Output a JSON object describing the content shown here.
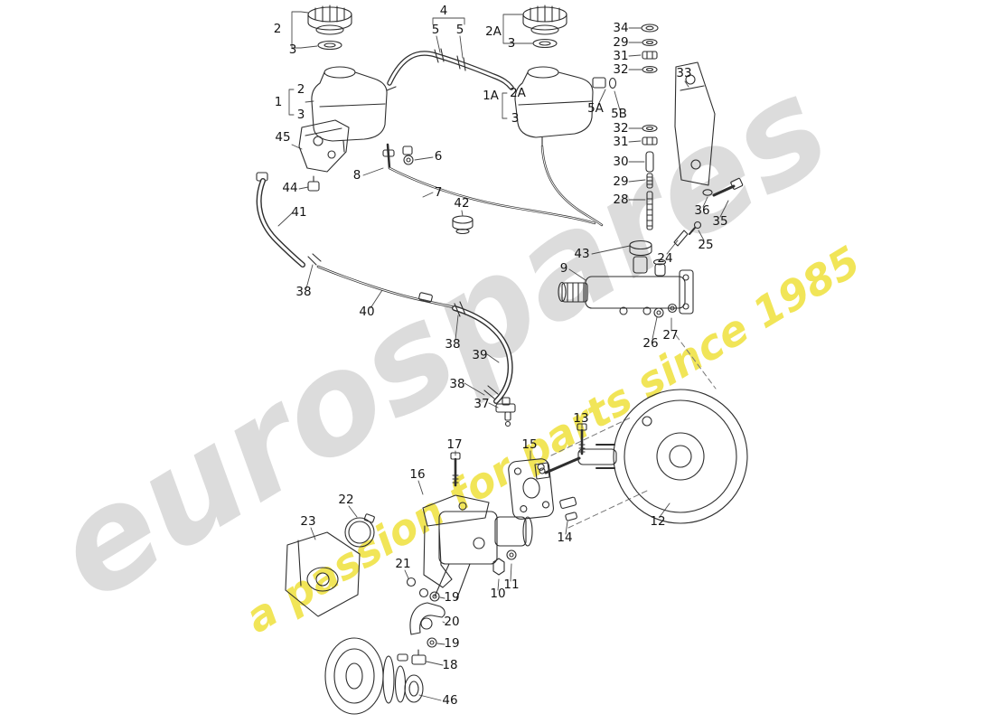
{
  "watermark": {
    "brand": "eurospares",
    "tagline": "a passion for parts since 1985",
    "brand_color": "#d7d7d7",
    "tagline_color": "#efe13c"
  },
  "labels": {
    "t2": "2",
    "t3": "3",
    "t4": "4",
    "t5a": "5",
    "t5b": "5",
    "t2A": "2A",
    "t3b": "3",
    "t34": "34",
    "t29": "29",
    "t31": "31",
    "t32": "32",
    "t33": "33",
    "t1": "1",
    "t2c": "2",
    "t3c": "3",
    "t1A": "1A",
    "t2Ab": "2A",
    "t3d": "3",
    "t5A": "5A",
    "t5B": "5B",
    "t45": "45",
    "t32b": "32",
    "t31b": "31",
    "t30": "30",
    "t6": "6",
    "t8": "8",
    "t29b": "29",
    "t44": "44",
    "t7": "7",
    "t42": "42",
    "t28": "28",
    "t36": "36",
    "t35": "35",
    "t41": "41",
    "t25": "25",
    "t24": "24",
    "t43": "43",
    "t9": "9",
    "t38a": "38",
    "t40": "40",
    "t27": "27",
    "t26": "26",
    "t38b": "38",
    "t39": "39",
    "t38c": "38",
    "t37": "37",
    "t13": "13",
    "t17": "17",
    "t15": "15",
    "t16": "16",
    "t22": "22",
    "t23": "23",
    "t12": "12",
    "t14": "14",
    "t21": "21",
    "t11": "11",
    "t10": "10",
    "t19a": "19",
    "t20": "20",
    "t19b": "19",
    "t18": "18",
    "t46": "46"
  }
}
